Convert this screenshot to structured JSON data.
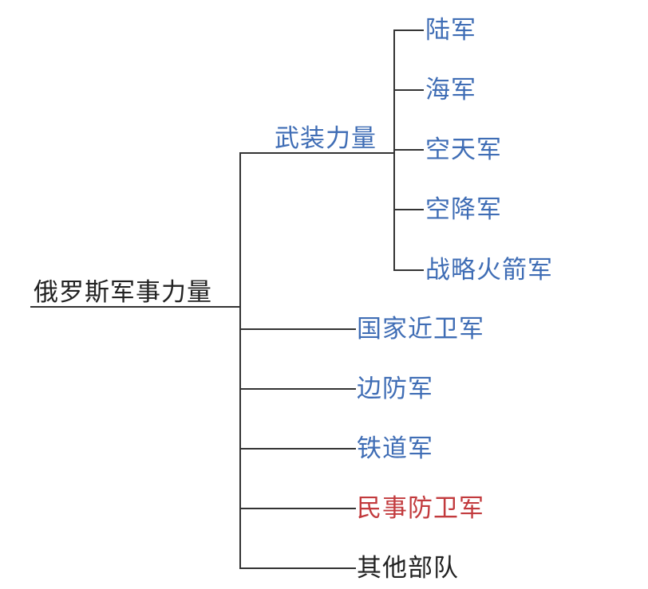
{
  "root": {
    "label": "俄罗斯军事力量"
  },
  "armed_forces": {
    "label": "武装力量",
    "children": [
      {
        "label": "陆军"
      },
      {
        "label": "海军"
      },
      {
        "label": "空天军"
      },
      {
        "label": "空降军"
      },
      {
        "label": "战略火箭军"
      }
    ]
  },
  "other_branches": [
    {
      "label": "国家近卫军"
    },
    {
      "label": "边防军"
    },
    {
      "label": "铁道军"
    },
    {
      "label": "民事防卫军"
    },
    {
      "label": "其他部队"
    }
  ],
  "colors": {
    "blue": "#3f6db5",
    "red": "#c23a3d",
    "black": "#222222",
    "line": "#333333"
  }
}
